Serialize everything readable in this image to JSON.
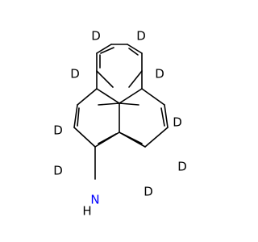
{
  "molecule": {
    "atom_labels": {
      "deuterium": "D",
      "nitrogen": "N",
      "hydrogen": "H"
    },
    "colors": {
      "bond": "#000000",
      "deuterium": "#000000",
      "nitrogen": "#0000ff",
      "amine_hydrogen": "#000000"
    }
  }
}
